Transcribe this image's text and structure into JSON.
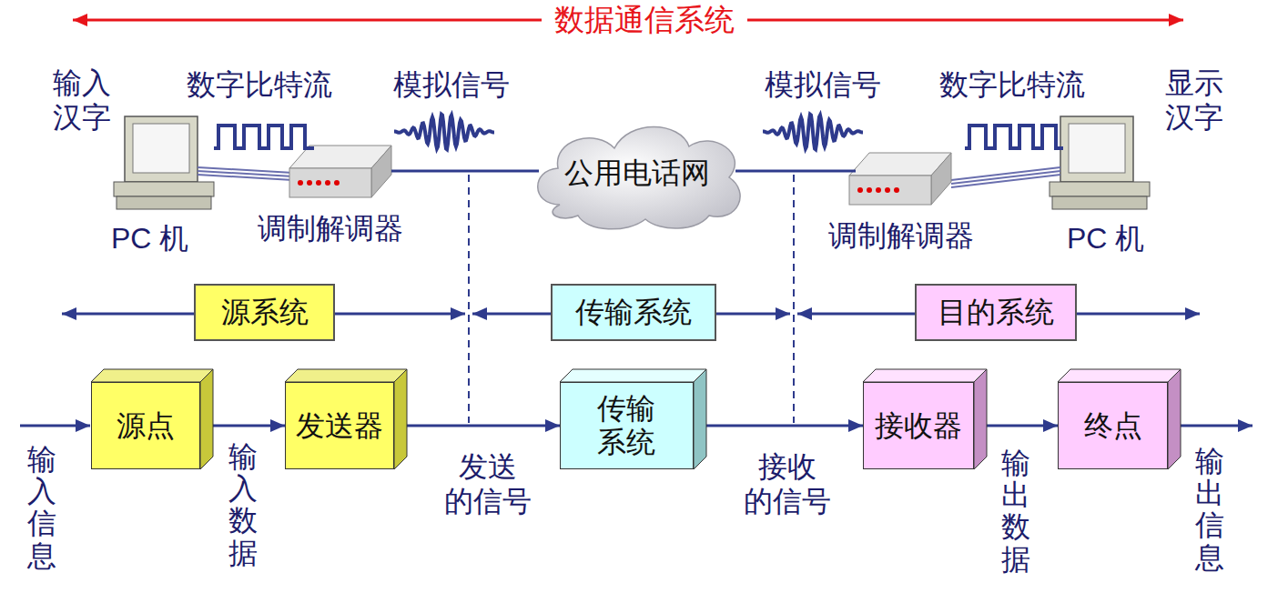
{
  "diagram": {
    "title": "数据通信系统",
    "nodes": [
      {
        "text": [
          "公用电话网"
        ]
      },
      {
        "text": [
          "源系统"
        ]
      },
      {
        "text": [
          "传输系统"
        ]
      },
      {
        "text": [
          "目的系统"
        ]
      },
      {
        "text": [
          "源点"
        ]
      },
      {
        "text": [
          "发送器"
        ]
      },
      {
        "text": [
          "传输 系统"
        ]
      },
      {
        "text": [
          "接收器"
        ]
      },
      {
        "text": [
          "终点"
        ]
      }
    ],
    "edges": [
      {
        "from": 4,
        "to": 5,
        "arrow": "to",
        "label": "输入数据"
      },
      {
        "from": 5,
        "to": 6,
        "arrow": "to",
        "label": "发送 的信号"
      },
      {
        "from": 6,
        "to": 7,
        "arrow": "to",
        "label": "接收 的信号"
      },
      {
        "from": 7,
        "to": 8,
        "arrow": "to",
        "label": "输出数据"
      }
    ],
    "labels": [
      "输入 汉字",
      "数字比特流",
      "模拟信号",
      "模拟信号",
      "数字比特流",
      "显示 汉字",
      "PC 机",
      "调制解调器",
      "调制解调器",
      "PC 机",
      "输入信息",
      "输出信息"
    ]
  }
}
